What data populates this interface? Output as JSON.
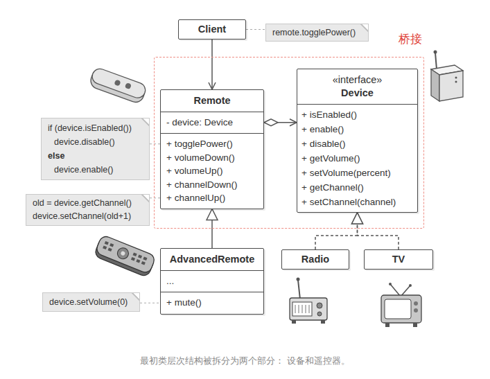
{
  "diagram": {
    "caption": "最初类层次结构被拆分为两个部分： 设备和遥控器。",
    "nodes": [
      {
        "text": [
          "Client"
        ]
      },
      {
        "text": [
          "remote.togglePower()"
        ]
      },
      {
        "text": [
          "桥接"
        ]
      },
      {
        "text": [
          "Remote",
          "- device: Device",
          "+ togglePower()",
          "+ volumeDown()",
          "+ volumeUp()",
          "+ channelDown()",
          "+ channelUp()"
        ],
        "in": 2
      },
      {
        "text": [
          "«interface»",
          "Device",
          "+ isEnabled()",
          "+ enable()",
          "+ disable()",
          "+ getVolume()",
          "+ setVolume(percent)",
          "+ getChannel()",
          "+ setChannel(channel)"
        ],
        "in": 2
      },
      {
        "text": [
          "if (device.isEnabled())",
          "device.disable()",
          "else",
          "device.enable()"
        ]
      },
      {
        "text": [
          "old = device.getChannel()",
          "device.setChannel(old+1)"
        ]
      },
      {
        "text": [
          "AdvancedRemote",
          "...",
          "+ mute()"
        ]
      },
      {
        "text": [
          "device.setVolume(0)"
        ]
      },
      {
        "text": [
          "Radio"
        ]
      },
      {
        "text": [
          "TV"
        ]
      }
    ],
    "edges": [
      {
        "from": 0,
        "to": 3,
        "arrow": "to"
      },
      {
        "from": 0,
        "to": 1,
        "arrow": "none"
      },
      {
        "from": 3,
        "to": 4,
        "arrow": "both"
      },
      {
        "from": 5,
        "to": 3,
        "arrow": "none"
      },
      {
        "from": 6,
        "to": 3,
        "arrow": "none"
      },
      {
        "from": 7,
        "to": 3,
        "arrow": "to"
      },
      {
        "from": 8,
        "to": 7,
        "arrow": "none"
      },
      {
        "from": 9,
        "to": 4,
        "arrow": "to"
      },
      {
        "from": 10,
        "to": 4,
        "arrow": "to"
      }
    ]
  }
}
